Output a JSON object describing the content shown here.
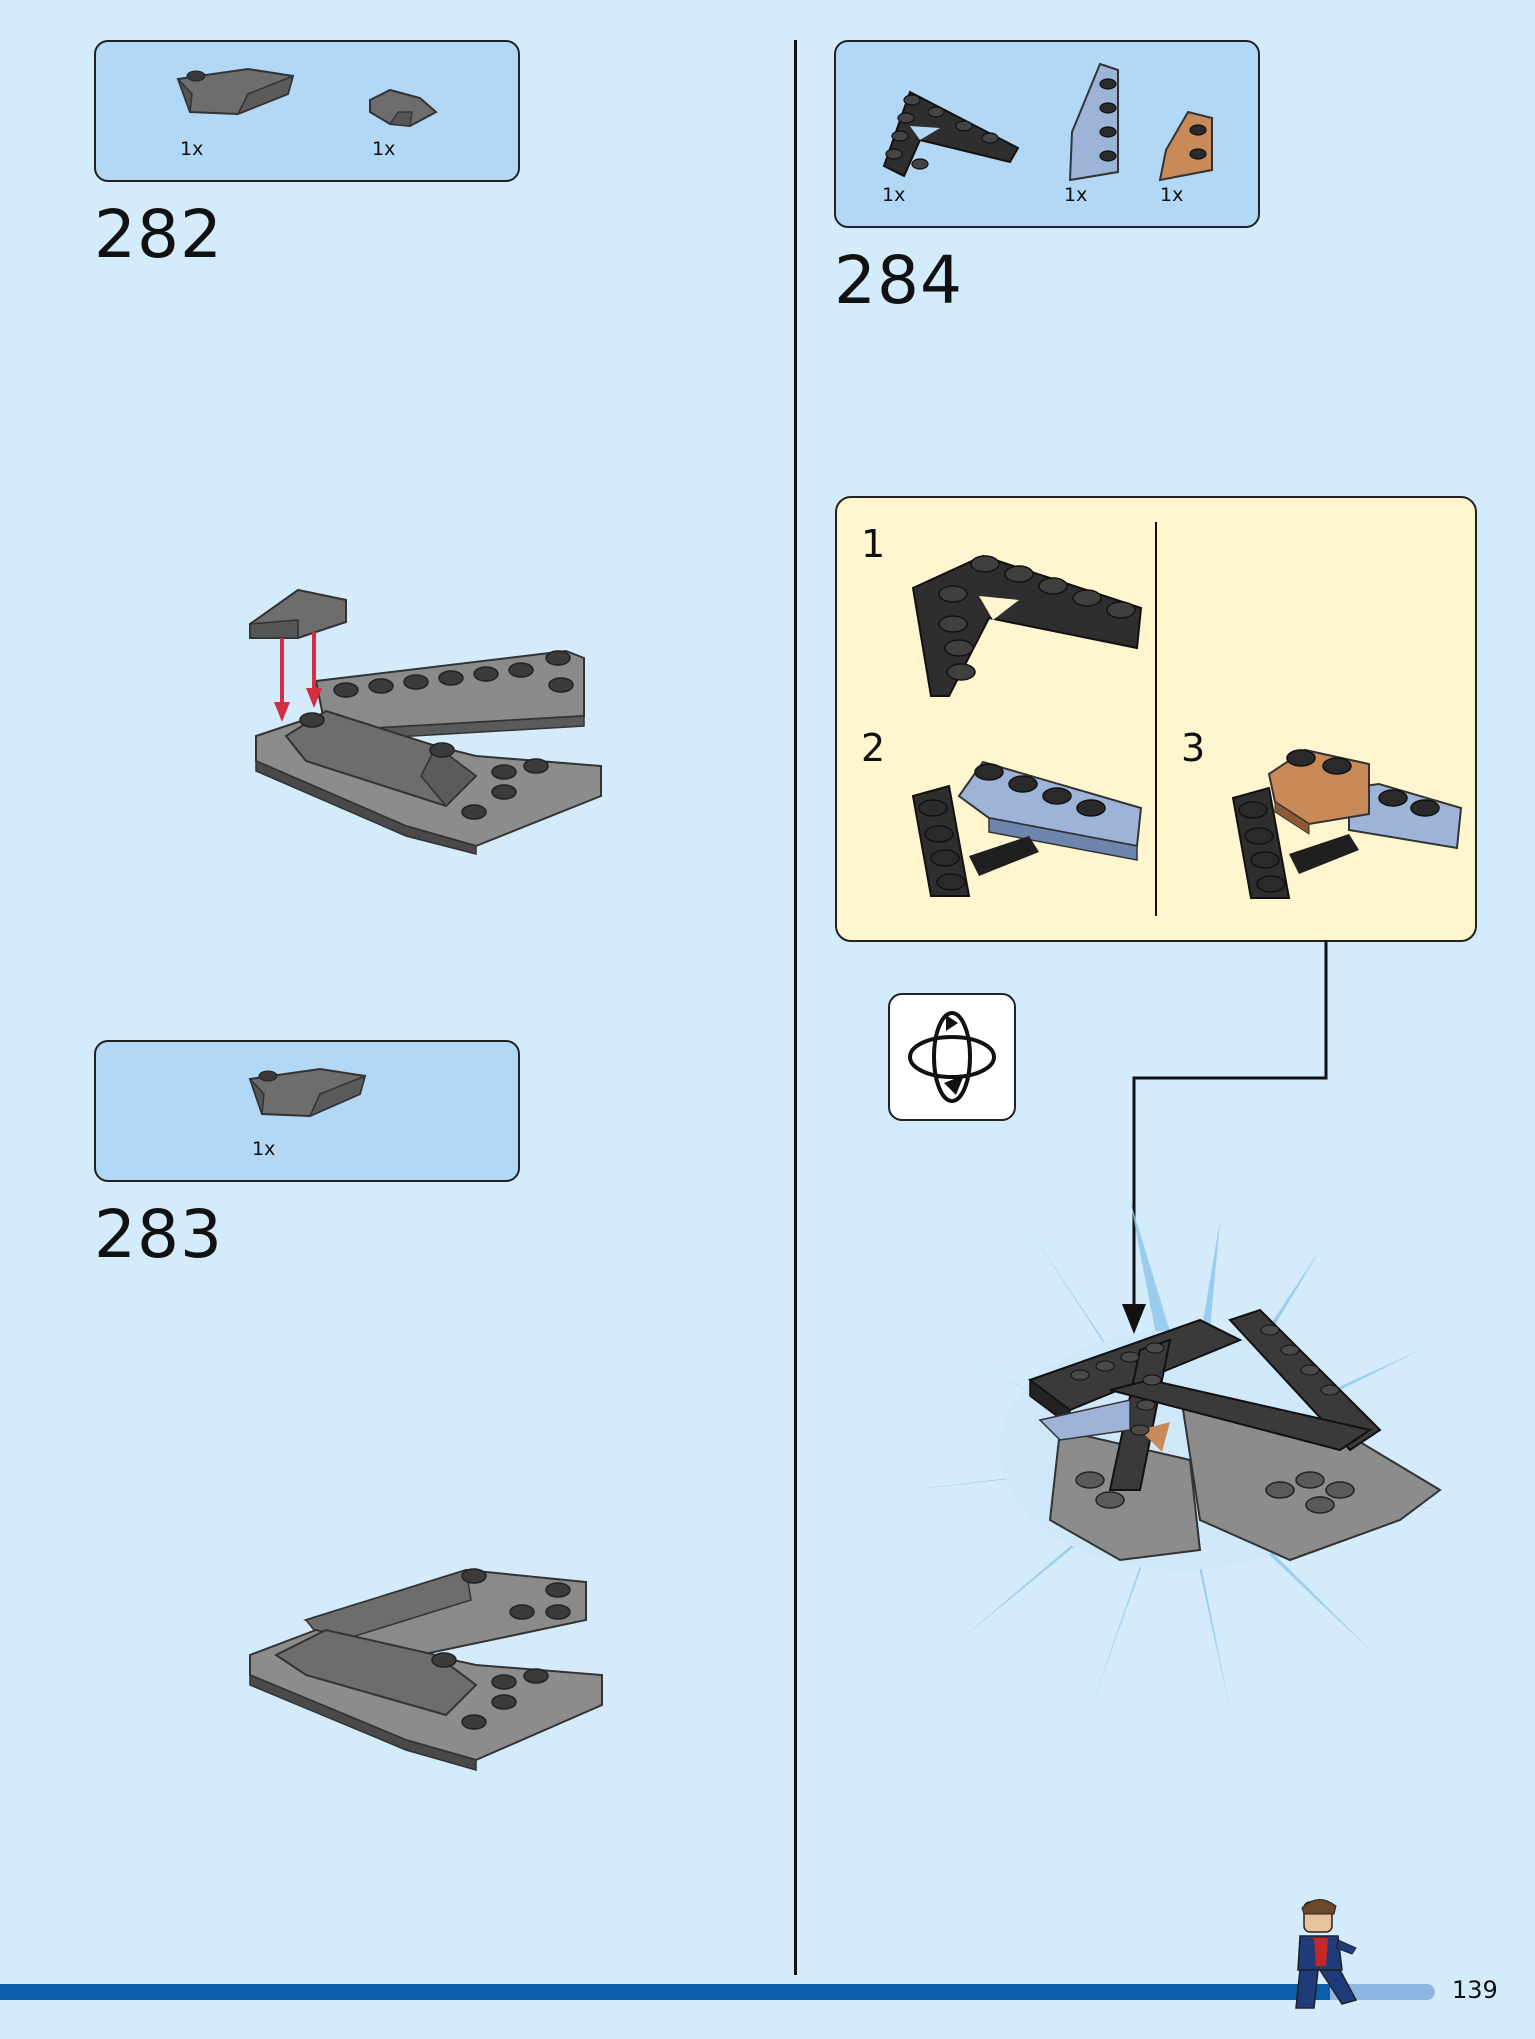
{
  "page": {
    "number": "139"
  },
  "steps": [
    {
      "number": "282",
      "parts": [
        {
          "qty": "1x",
          "color": "#6d6d6d"
        },
        {
          "qty": "1x",
          "color": "#6d6d6d"
        }
      ]
    },
    {
      "number": "283",
      "parts": [
        {
          "qty": "1x",
          "color": "#6d6d6d"
        }
      ]
    },
    {
      "number": "284",
      "parts": [
        {
          "qty": "1x",
          "color": "#2e2e2e"
        },
        {
          "qty": "1x",
          "color": "#9db4d8"
        },
        {
          "qty": "1x",
          "color": "#c98a5a"
        }
      ]
    }
  ],
  "substeps": [
    "1",
    "2",
    "3"
  ],
  "icons": {
    "rotate": "rotate-model-icon",
    "arrow": "connector-arrow-icon"
  },
  "colors": {
    "background": "#d3ebfb",
    "parts_panel": "#b2d8f6",
    "substep_panel": "#fff6cf",
    "bar": "#0b5ea8",
    "arrow_red": "#d32f3f"
  }
}
